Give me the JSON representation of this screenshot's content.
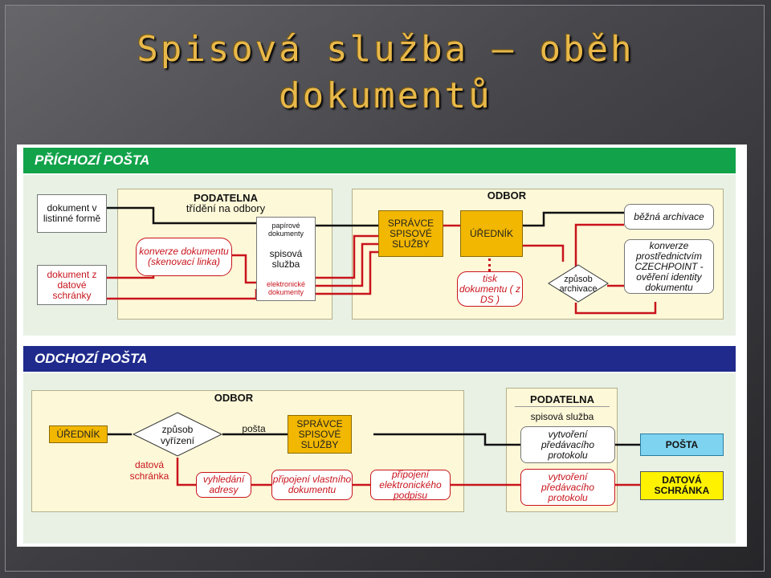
{
  "title": {
    "line1": "Spisová služba – oběh",
    "line2": "dokumentů"
  },
  "incoming": {
    "header": "PŘÍCHOZÍ POŠTA",
    "doc_paper": "dokument v listinné formě",
    "doc_ds": "dokument z datové schránky",
    "podatelna_title": "PODATELNA",
    "podatelna_sub": "třídění na odbory",
    "konverze": "konverze dokumentu (skenovací linka)",
    "papirove": "papírové dokumenty",
    "spisova": "spisová služba",
    "elektronicke": "elektronické dokumenty",
    "odbor": "ODBOR",
    "spravce": "SPRÁVCE SPISOVÉ SLUŽBY",
    "urednik": "ÚŘEDNÍK",
    "tisk": "tisk dokumentu ( z DS )",
    "zpusob_arch": "způsob archivace",
    "bezna": "běžná archivace",
    "konverze2": "konverze prostřednictvím CZECHPOINT - ověření identity dokumentu"
  },
  "outgoing": {
    "header": "ODCHOZÍ POŠTA",
    "odbor": "ODBOR",
    "urednik": "ÚŘEDNÍK",
    "zpusob_vyr": "způsob vyřízení",
    "posta_lbl": "pošta",
    "spravce": "SPRÁVCE SPISOVÉ SLUŽBY",
    "datova_lbl": "datová schránka",
    "vyhledani": "vyhledání adresy",
    "pripojeni_vl": "připojení vlastního dokumentu",
    "pripojeni_el": "připojení elektronického podpisu",
    "podatelna": "PODATELNA",
    "spisova": "spisová služba",
    "protokol1": "vytvoření předávacího protokolu",
    "protokol2": "vytvoření předávacího protokolu",
    "posta": "POŠTA",
    "datova": "DATOVÁ SCHRÁNKA"
  },
  "colors": {
    "green": "#12a24a",
    "navy": "#1f2a8c",
    "red": "#c8141c",
    "gold": "#f2b700",
    "cyan": "#7ed3f0",
    "yellow": "#fff200"
  }
}
